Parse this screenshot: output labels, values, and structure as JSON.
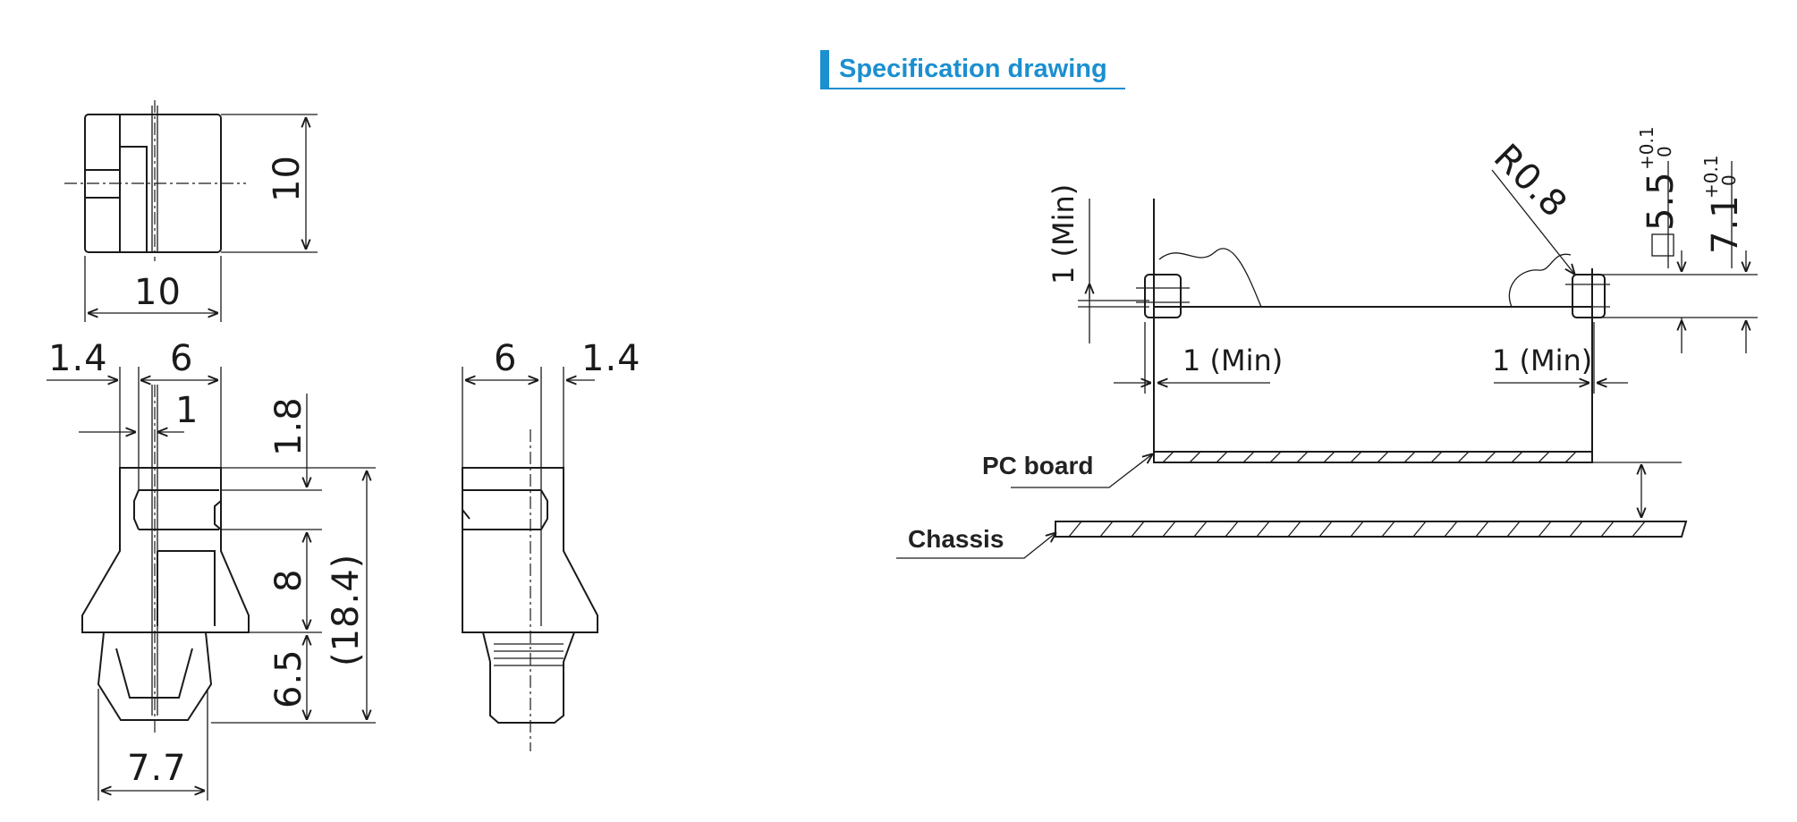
{
  "title": "Specification drawing",
  "part_views": {
    "top_width": "10",
    "top_height": "10",
    "front_offset": "1.4",
    "front_width": "6",
    "slot_width": "1",
    "top_section": "1.8",
    "body_height": "8",
    "foot_height": "6.5",
    "overall_height": "(18.4)",
    "foot_width": "7.7",
    "side_width": "6",
    "side_offset": "1.4"
  },
  "mounting": {
    "edge_min_vertical": "1 (Min)",
    "edge_min_left": "1 (Min)",
    "edge_min_right": "1 (Min)",
    "radius": "R0.8",
    "hole_size": "5.5",
    "hole_tol": "+0.1",
    "hole_tol_low": "0",
    "board_thickness": "7.1",
    "board_tol": "+0.1",
    "board_tol_low": "0",
    "pc_board_label": "PC board",
    "chassis_label": "Chassis"
  },
  "colors": {
    "title_accent": "#1b8fd0",
    "line": "#1a1a1a"
  }
}
